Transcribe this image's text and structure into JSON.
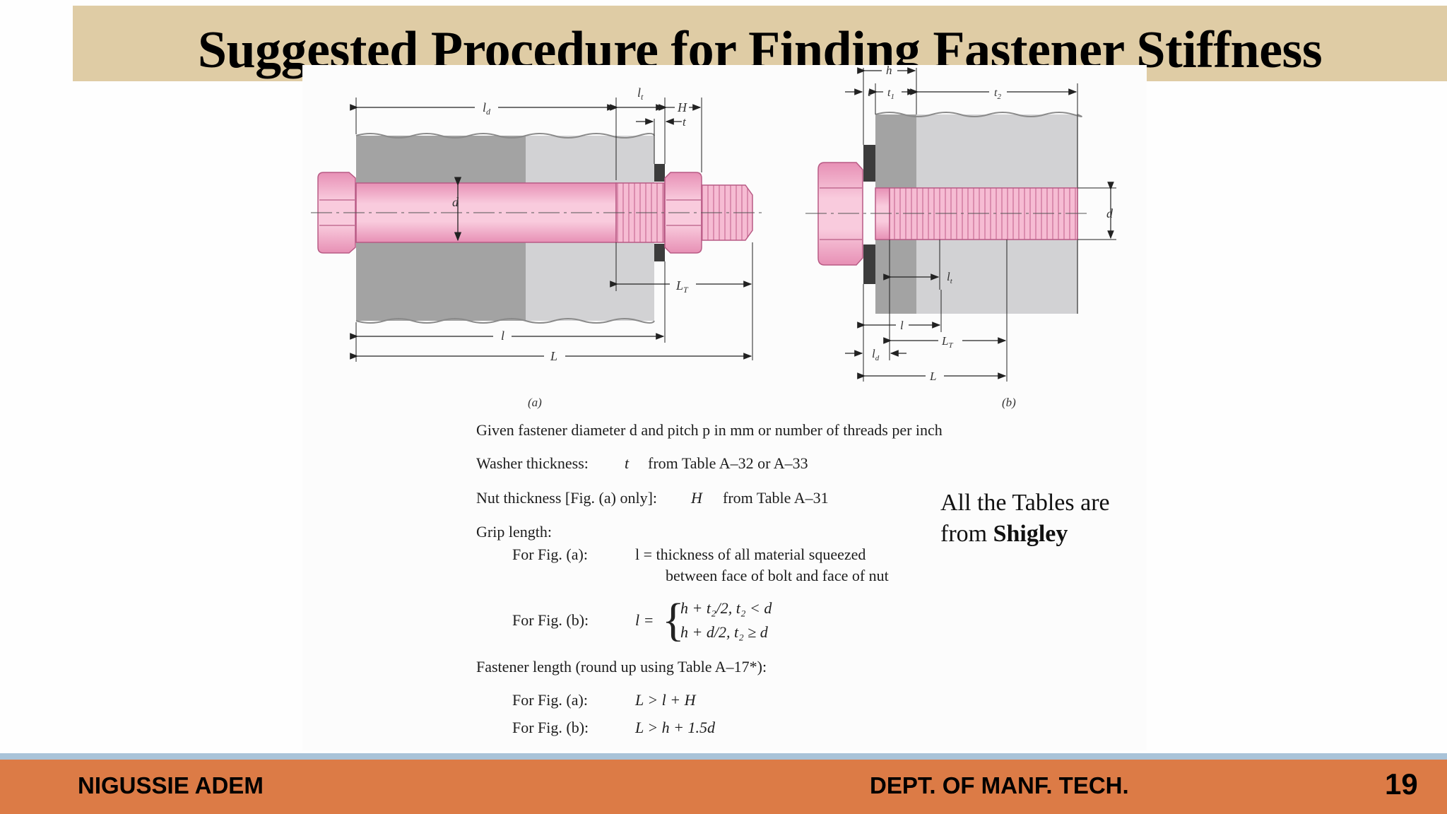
{
  "slide": {
    "title": "Suggested Procedure for Finding Fastener Stiffness",
    "footer_author": "NIGUSSIE ADEM",
    "footer_dept": "DEPT. OF MANF. TECH.",
    "page_number": "19"
  },
  "figure": {
    "caption_a": "(a)",
    "caption_b": "(b)",
    "labels": {
      "ld": "l",
      "ld_sub": "d",
      "lt": "l",
      "lt_sub": "t",
      "H": "H",
      "t": "t",
      "d": "d",
      "LT": "L",
      "LT_sub": "T",
      "l": "l",
      "L": "L",
      "h": "h",
      "t1": "t",
      "t1_sub": "1",
      "t2": "t",
      "t2_sub": "2"
    }
  },
  "procedure": {
    "line1": "Given fastener diameter d and pitch p in mm or number of threads per inch",
    "line2_label": "Washer thickness:",
    "line2_sym": "t",
    "line2_src": "from Table A–32 or A–33",
    "line3_label": "Nut thickness [Fig. (a) only]:",
    "line3_sym": "H",
    "line3_src": "from Table A–31",
    "line4": "Grip length:",
    "line5_label": "For Fig. (a):",
    "line5_expr": "l = thickness of all material squeezed",
    "line5_cont": "between face of bolt and face of nut",
    "line6_label": "For Fig. (b):",
    "line6_lhs": "l =",
    "line6_case1": "h + t₂/2,     t₂ < d",
    "line6_case2": "h + d/2,      t₂ ≥ d",
    "line7": "Fastener length (round up using Table A–17*):",
    "line8_label": "For Fig. (a):",
    "line8_expr": "L > l + H",
    "line9_label": "For Fig. (b):",
    "line9_expr": "L > h + 1.5d"
  },
  "note": {
    "line1": "All the Tables are",
    "line2_prefix": "from",
    "line2_bold": "Shigley"
  },
  "colors": {
    "title_band": "#dfcca5",
    "footer_band": "#dc7b46",
    "footer_stripe": "#a9c3d8",
    "bolt_pink": "#f4b6cf"
  }
}
